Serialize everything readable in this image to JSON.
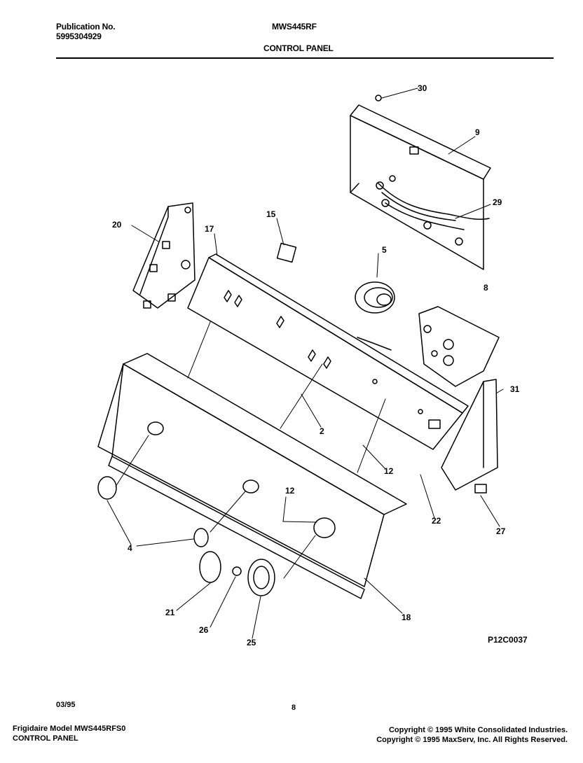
{
  "header": {
    "pub_label": "Publication No.",
    "pub_number": "5995304929",
    "model": "MWS445RF",
    "section": "CONTROL PANEL"
  },
  "diagram": {
    "callouts": [
      "30",
      "9",
      "29",
      "20",
      "15",
      "17",
      "5",
      "8",
      "31",
      "2",
      "12",
      "12",
      "22",
      "27",
      "4",
      "21",
      "26",
      "25",
      "18"
    ],
    "drawing_code": "P12C0037"
  },
  "footer": {
    "date": "03/95",
    "page": "8",
    "model_line": "Frigidaire Model MWS445RFS0",
    "section_line": "CONTROL  PANEL",
    "copyright1": "Copyright © 1995 White Consolidated Industries.",
    "copyright2": "Copyright © 1995 MaxServ, Inc.  All Rights Reserved."
  }
}
